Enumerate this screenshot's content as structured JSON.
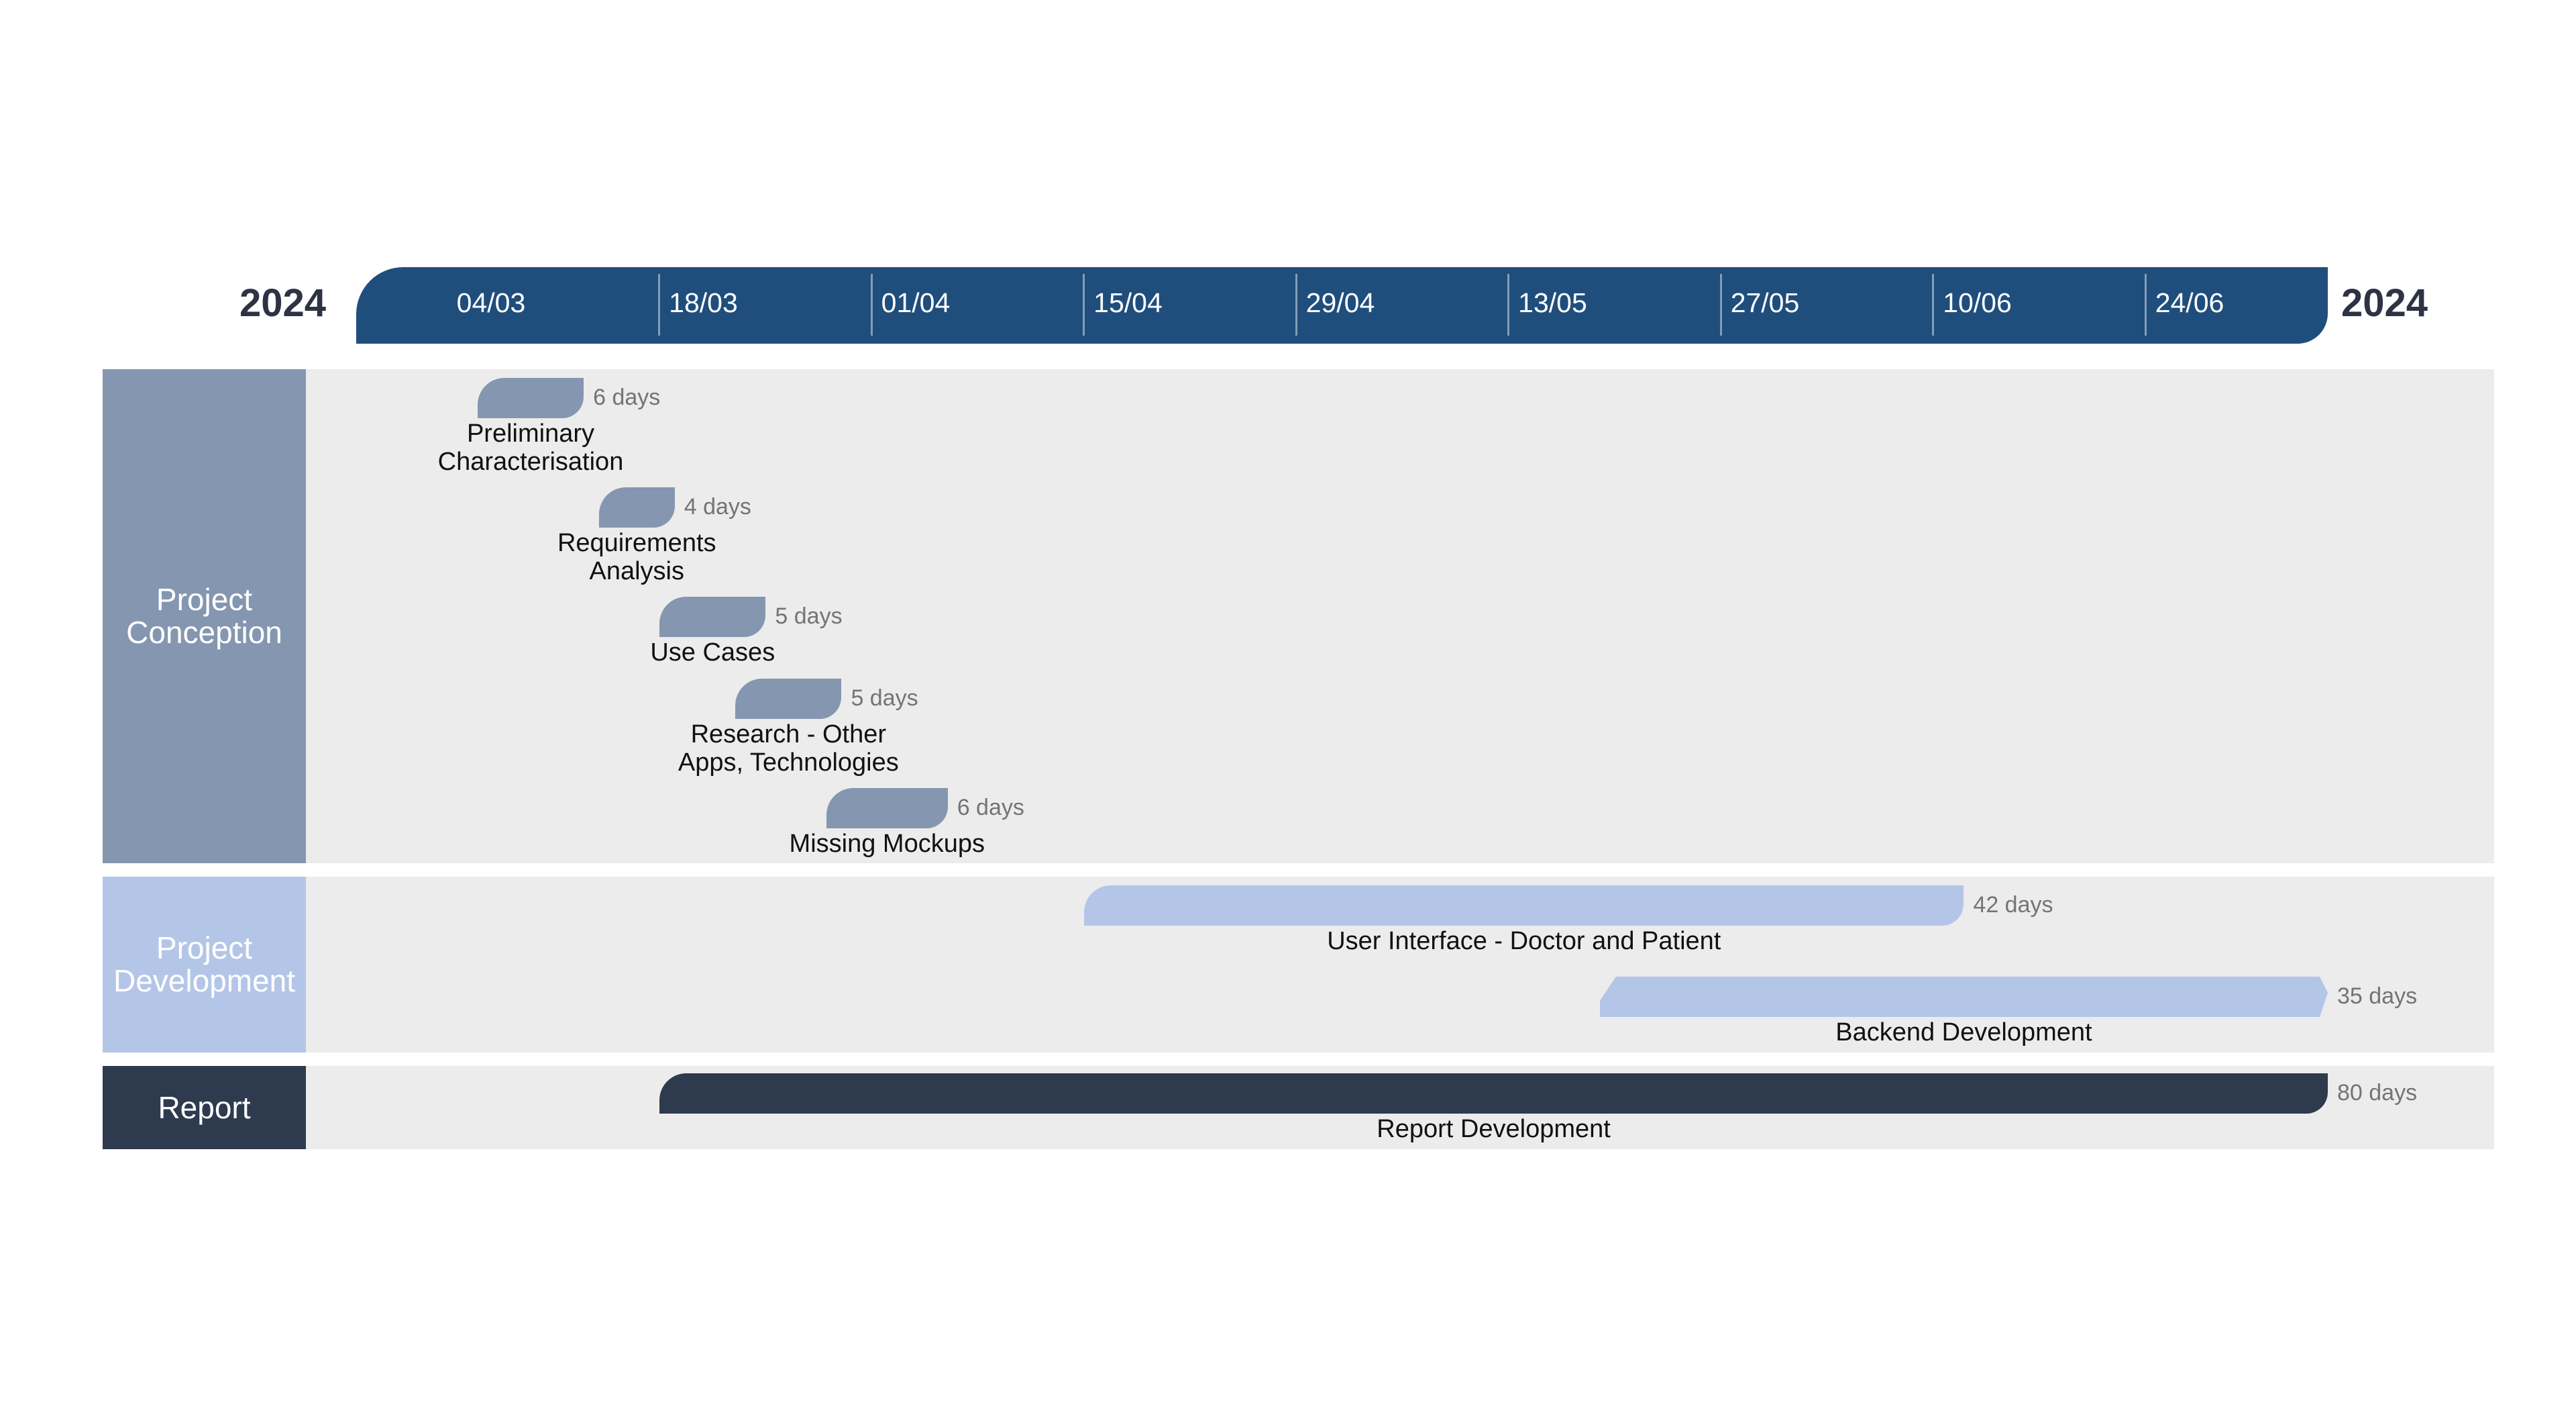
{
  "chart_data": {
    "type": "gantt",
    "year_left": "2024",
    "year_right": "2024",
    "axis_start": "2024-02-27",
    "axis_end": "2024-07-06",
    "ticks": [
      {
        "date": "2024-03-04",
        "label": "04/03"
      },
      {
        "date": "2024-03-18",
        "label": "18/03"
      },
      {
        "date": "2024-04-01",
        "label": "01/04"
      },
      {
        "date": "2024-04-15",
        "label": "15/04"
      },
      {
        "date": "2024-04-29",
        "label": "29/04"
      },
      {
        "date": "2024-05-13",
        "label": "13/05"
      },
      {
        "date": "2024-05-27",
        "label": "27/05"
      },
      {
        "date": "2024-06-10",
        "label": "10/06"
      },
      {
        "date": "2024-06-24",
        "label": "24/06"
      }
    ],
    "groups": [
      {
        "name": "Project\nConception",
        "color": "#8596b0",
        "bar_color": "#8596b0",
        "tasks": [
          {
            "name": "Preliminary\nCharacterisation",
            "start": "2024-03-06",
            "end": "2024-03-13",
            "duration_label": "6 days"
          },
          {
            "name": "Requirements\nAnalysis",
            "start": "2024-03-14",
            "end": "2024-03-19",
            "duration_label": "4 days"
          },
          {
            "name": "Use Cases",
            "start": "2024-03-18",
            "end": "2024-03-25",
            "duration_label": "5 days"
          },
          {
            "name": "Research - Other\nApps, Technologies",
            "start": "2024-03-23",
            "end": "2024-03-30",
            "duration_label": "5 days"
          },
          {
            "name": "Missing Mockups",
            "start": "2024-03-29",
            "end": "2024-04-06",
            "duration_label": "6 days"
          }
        ]
      },
      {
        "name": "Project\nDevelopment",
        "color": "#b4c6e7",
        "bar_color": "#b4c6e7",
        "tasks": [
          {
            "name": "User Interface - Doctor and Patient",
            "start": "2024-04-15",
            "end": "2024-06-12",
            "duration_label": "42 days"
          },
          {
            "name": "Backend Development",
            "start": "2024-05-19",
            "end": "2024-07-06",
            "duration_label": "35 days"
          }
        ]
      },
      {
        "name": "Report",
        "color": "#2e3a4e",
        "bar_color": "#2e3a4e",
        "tasks": [
          {
            "name": "Report Development",
            "start": "2024-03-18",
            "end": "2024-07-06",
            "duration_label": "80 days"
          }
        ]
      }
    ]
  }
}
